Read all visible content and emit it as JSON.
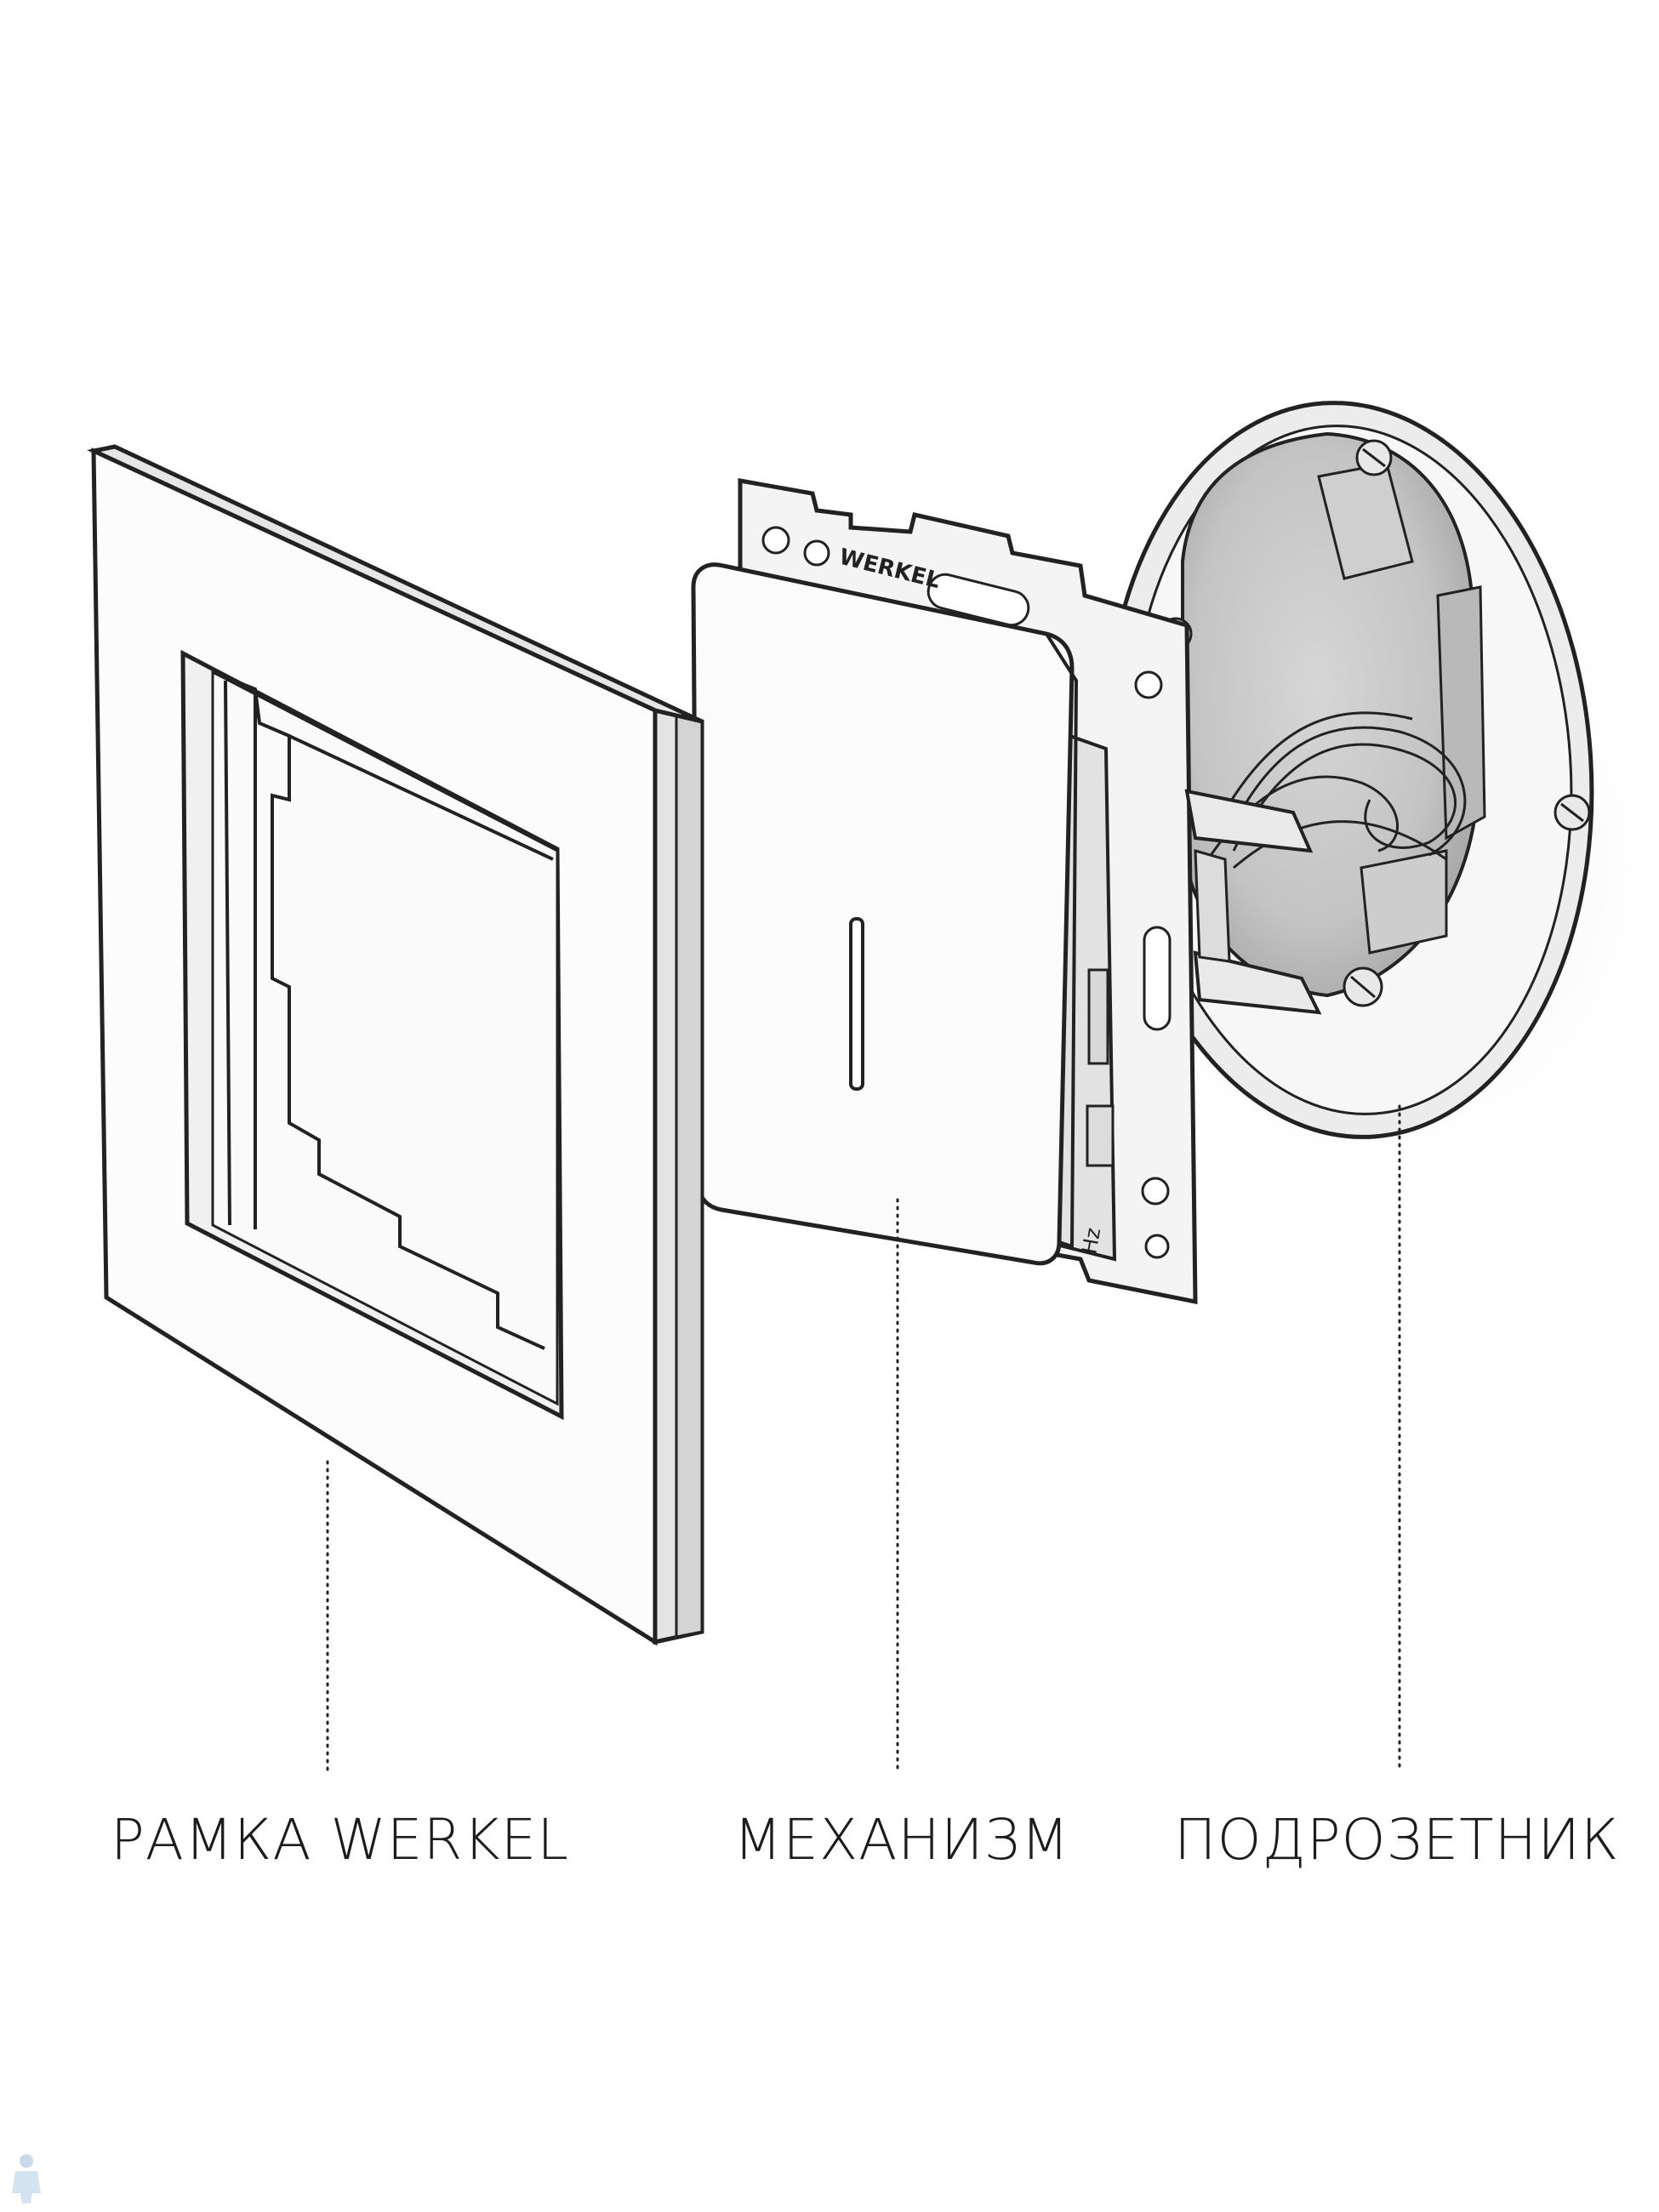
{
  "diagram": {
    "labels": {
      "frame": "РАМКА WERKEL",
      "mechanism": "МЕХАНИЗМ",
      "box": "ПОДРОЗЕТНИК"
    },
    "mechanism_logo": "WERKEL",
    "mechanism_marking": "Hz"
  }
}
